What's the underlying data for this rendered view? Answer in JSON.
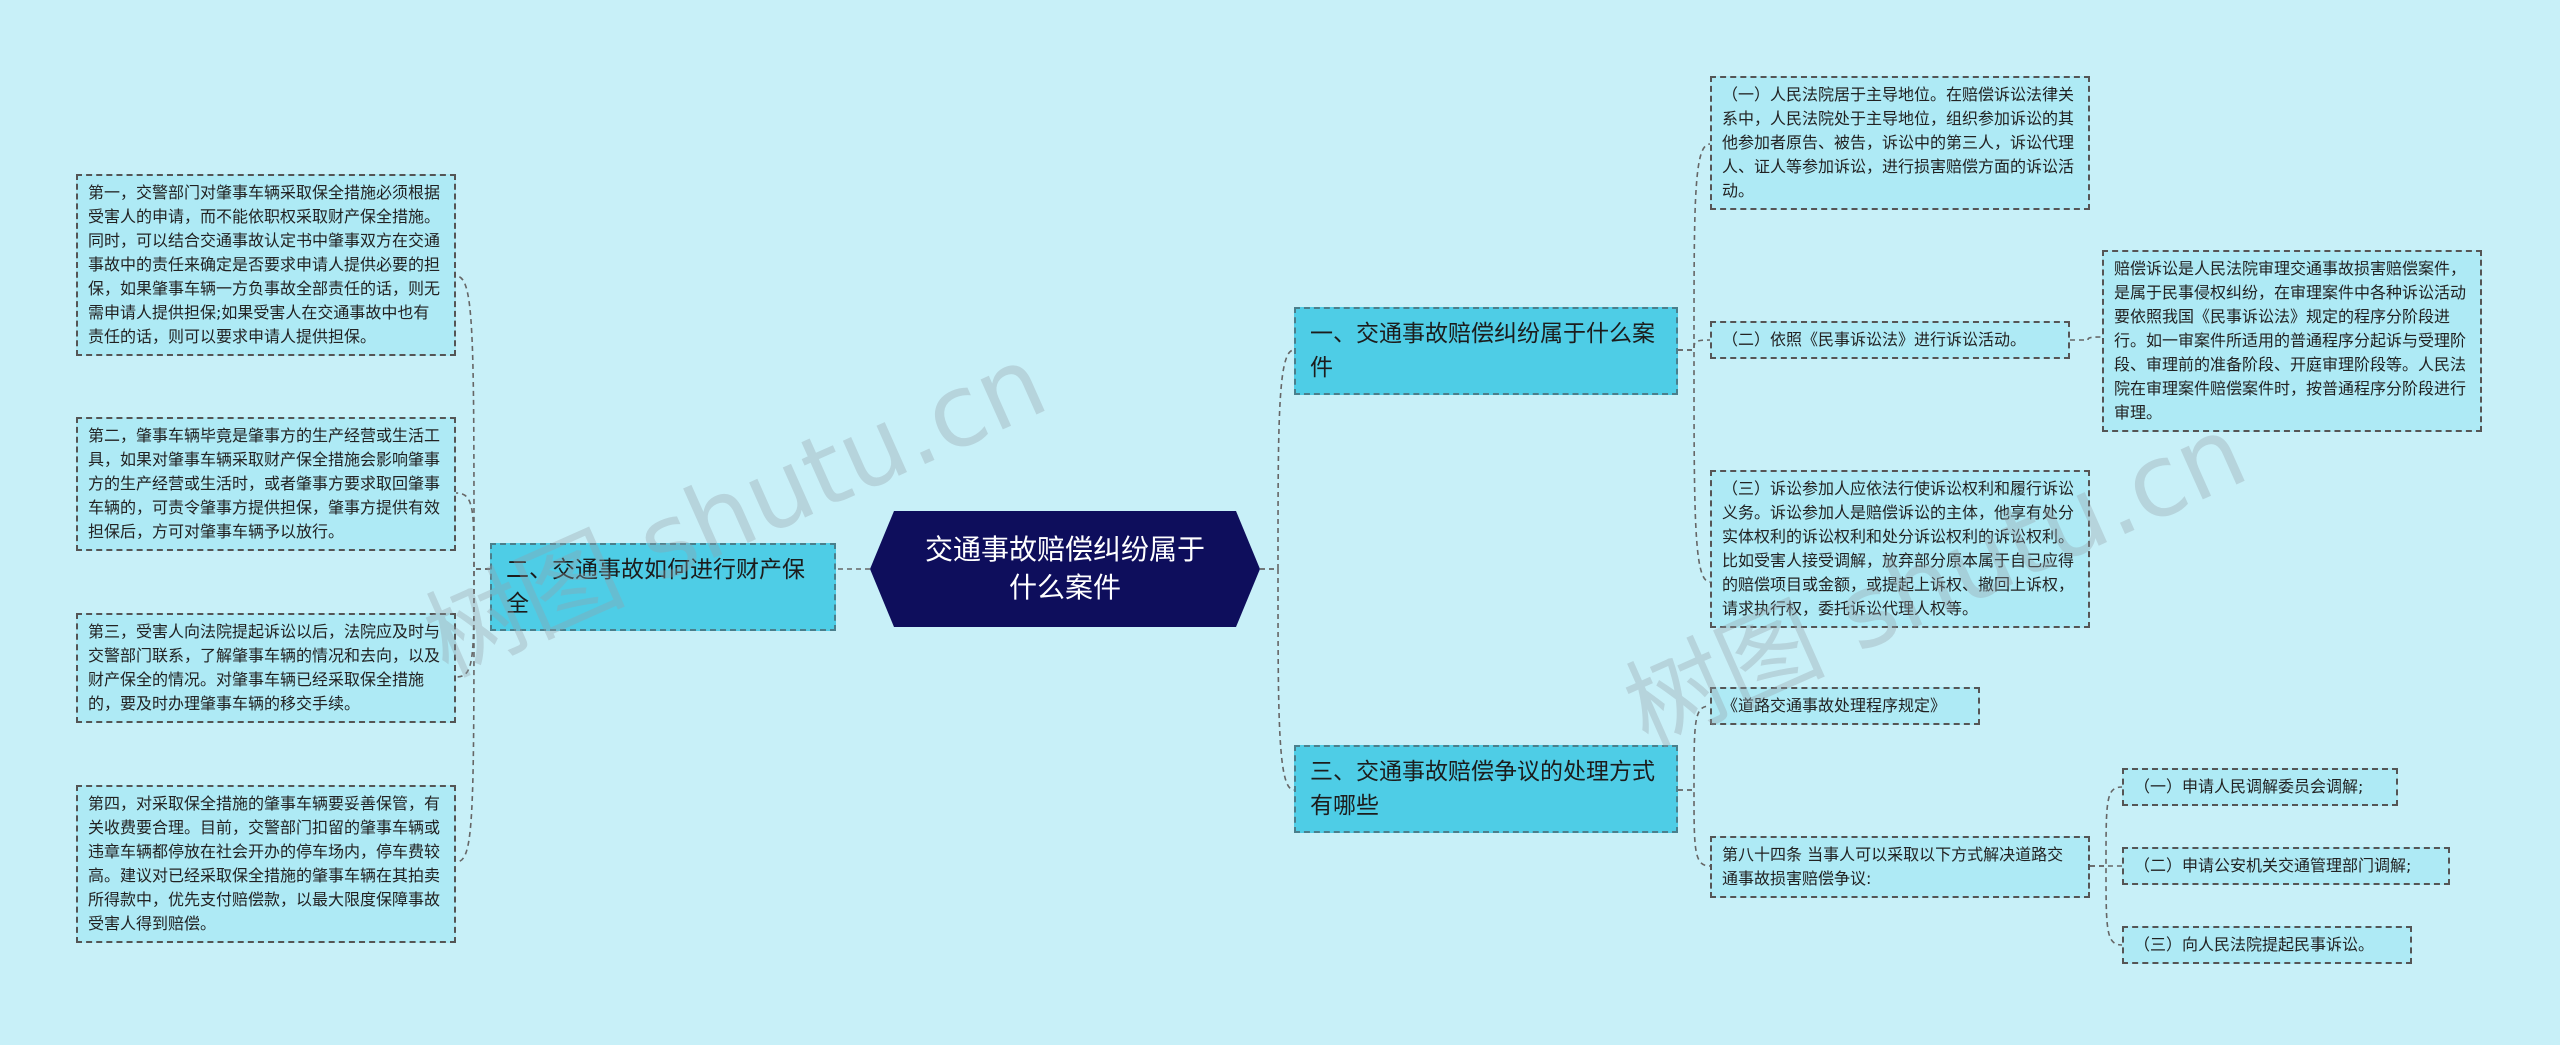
{
  "root": {
    "title": "交通事故赔偿纠纷属于什么案件"
  },
  "watermarks": [
    "树图 shutu.cn",
    "树图 shutu.cn"
  ],
  "branches": [
    {
      "label": "一、交通事故赔偿纠纷属于什么案件",
      "children": [
        {
          "text": "（一）人民法院居于主导地位。在赔偿诉讼法律关系中，人民法院处于主导地位，组织参加诉讼的其他参加者原告、被告，诉讼中的第三人，诉讼代理人、证人等参加诉讼，进行损害赔偿方面的诉讼活动。"
        },
        {
          "text": "（二）依照《民事诉讼法》进行诉讼活动。",
          "children": [
            {
              "text": "赔偿诉讼是人民法院审理交通事故损害赔偿案件，是属于民事侵权纠纷，在审理案件中各种诉讼活动要依照我国《民事诉讼法》规定的程序分阶段进行。如一审案件所适用的普通程序分起诉与受理阶段、审理前的准备阶段、开庭审理阶段等。人民法院在审理案件赔偿案件时，按普通程序分阶段进行审理。"
            }
          ]
        },
        {
          "text": "（三）诉讼参加人应依法行使诉讼权利和履行诉讼义务。诉讼参加人是赔偿诉讼的主体，他享有处分实体权利的诉讼权利和处分诉讼权利的诉讼权利。比如受害人接受调解，放弃部分原本属于自己应得的赔偿项目或金额，或提起上诉权、撤回上诉权，请求执行权，委托诉讼代理人权等。"
        }
      ]
    },
    {
      "label": "二、交通事故如何进行财产保全",
      "children": [
        {
          "text": "第一，交警部门对肇事车辆采取保全措施必须根据受害人的申请，而不能依职权采取财产保全措施。同时，可以结合交通事故认定书中肇事双方在交通事故中的责任来确定是否要求申请人提供必要的担保，如果肇事车辆一方负事故全部责任的话，则无需申请人提供担保;如果受害人在交通事故中也有责任的话，则可以要求申请人提供担保。"
        },
        {
          "text": "第二，肇事车辆毕竟是肇事方的生产经营或生活工具，如果对肇事车辆采取财产保全措施会影响肇事方的生产经营或生活时，或者肇事方要求取回肇事车辆的，可责令肇事方提供担保，肇事方提供有效担保后，方可对肇事车辆予以放行。"
        },
        {
          "text": "第三，受害人向法院提起诉讼以后，法院应及时与交警部门联系，了解肇事车辆的情况和去向，以及财产保全的情况。对肇事车辆已经采取保全措施的，要及时办理肇事车辆的移交手续。"
        },
        {
          "text": "第四，对采取保全措施的肇事车辆要妥善保管，有关收费要合理。目前，交警部门扣留的肇事车辆或违章车辆都停放在社会开办的停车场内，停车费较高。建议对已经采取保全措施的肇事车辆在其拍卖所得款中，优先支付赔偿款，以最大限度保障事故受害人得到赔偿。"
        }
      ]
    },
    {
      "label": "三、交通事故赔偿争议的处理方式有哪些",
      "children": [
        {
          "text": "《道路交通事故处理程序规定》"
        },
        {
          "text": "第八十四条 当事人可以采取以下方式解决道路交通事故损害赔偿争议:",
          "children": [
            {
              "text": "（一）申请人民调解委员会调解;"
            },
            {
              "text": "（二）申请公安机关交通管理部门调解;"
            },
            {
              "text": "（三）向人民法院提起民事诉讼。"
            }
          ]
        }
      ]
    }
  ]
}
